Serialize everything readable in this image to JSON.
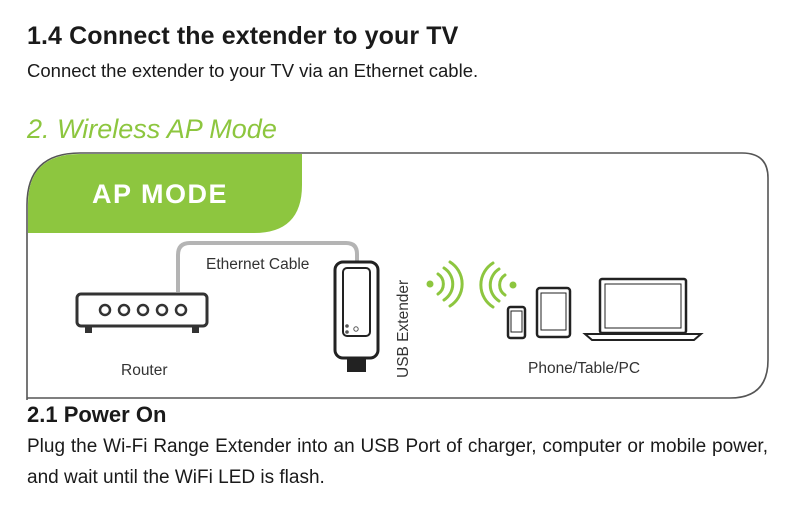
{
  "section_1_4": {
    "heading": "1.4 Connect the extender to your TV",
    "body": "Connect the extender to your TV via an Ethernet cable."
  },
  "section_2": {
    "heading": "2. Wireless AP Mode"
  },
  "diagram": {
    "mode_label": "AP MODE",
    "cable_label": "Ethernet Cable",
    "router_label": "Router",
    "extender_label": "USB Extender",
    "devices_label": "Phone/Table/PC",
    "accent_color": "#8dc63f",
    "border_color": "#555555",
    "icons": [
      "router-icon",
      "usb-extender-icon",
      "wifi-signal-icon",
      "phone-icon",
      "tablet-icon",
      "laptop-icon"
    ]
  },
  "section_2_1": {
    "heading": "2.1 Power On",
    "body": "Plug the Wi-Fi Range Extender into an USB Port of charger, computer or mobile power, and wait until the WiFi LED is flash."
  }
}
